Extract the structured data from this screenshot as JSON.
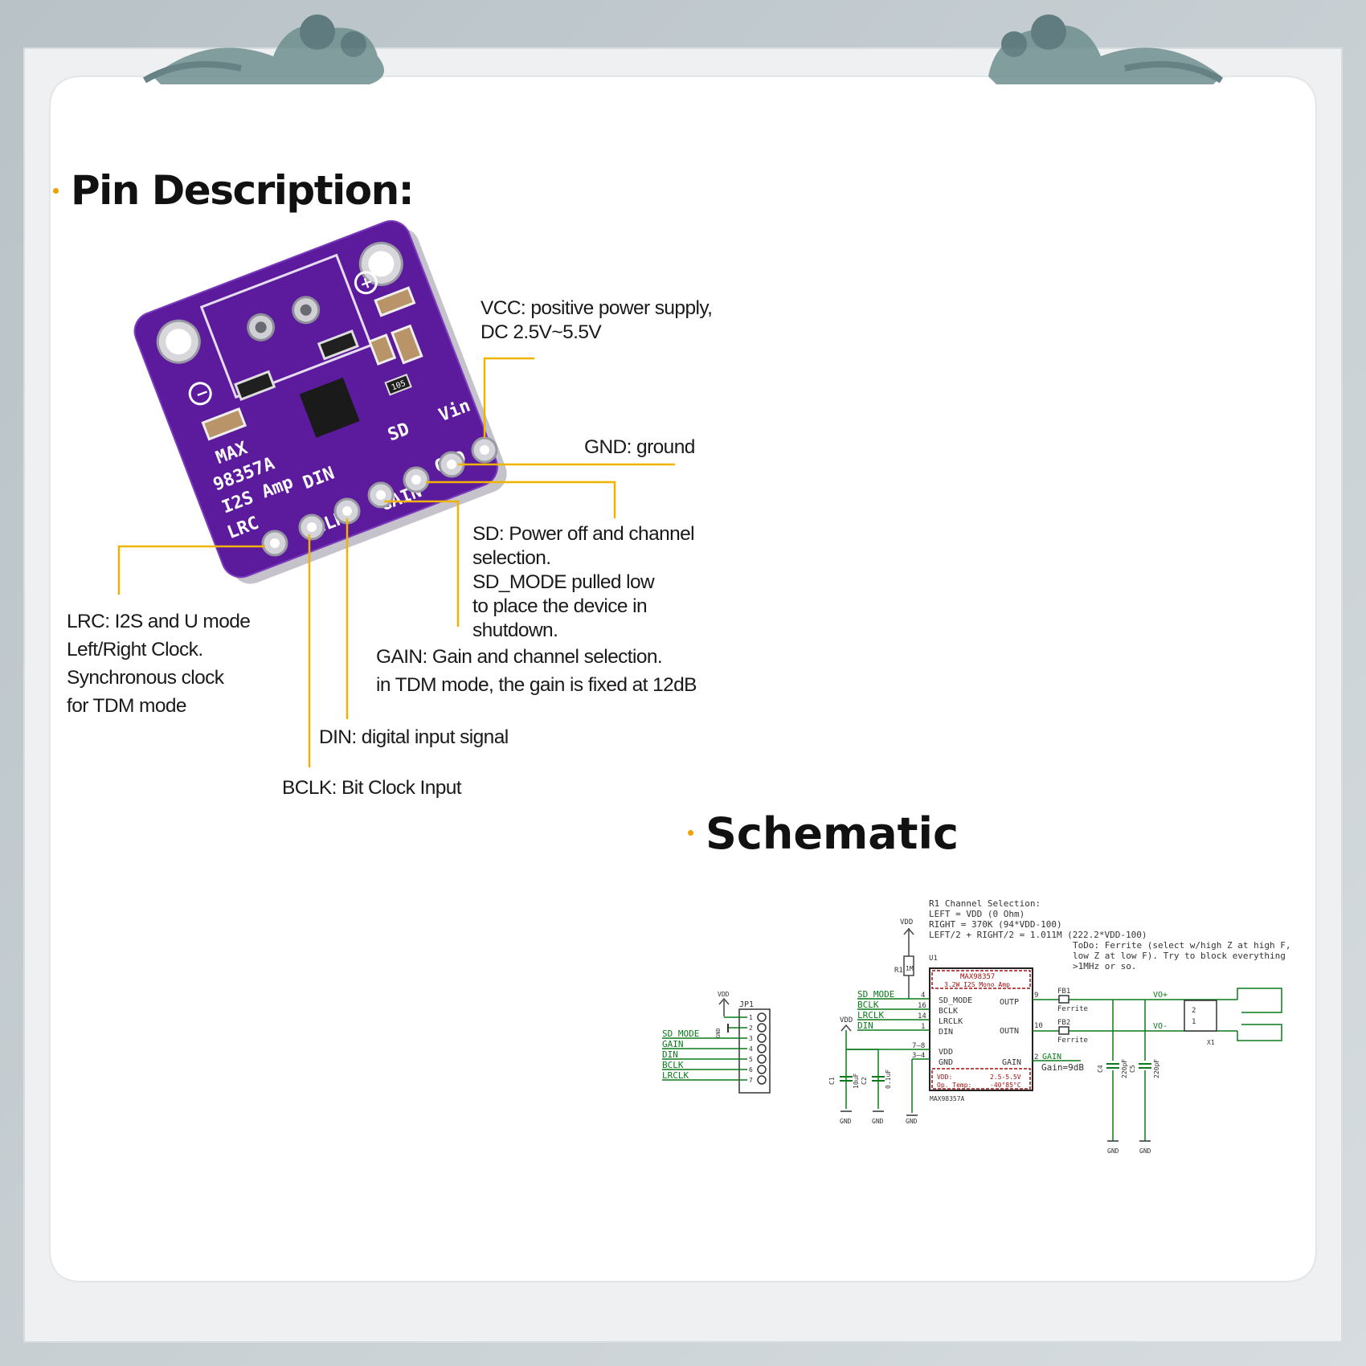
{
  "headings": {
    "pin_description": "Pin Description:",
    "schematic": "Schematic"
  },
  "board": {
    "silk_model": [
      "MAX",
      "98357A",
      "I2S Amp"
    ],
    "silk_pins": {
      "lrc": "LRC",
      "bclk": "BCLK",
      "din": "DIN",
      "gain": "GAIN",
      "sd": "SD",
      "gnd": "GND",
      "vin": "Vin"
    },
    "resistor_code": "105",
    "plus_symbol": "+",
    "minus_symbol": "−"
  },
  "pins": {
    "vcc": [
      "VCC: positive power supply,",
      "DC 2.5V~5.5V"
    ],
    "gnd": [
      "GND: ground"
    ],
    "sd": [
      "SD: Power off and channel",
      "selection.",
      "SD_MODE pulled low",
      "to place the device in",
      "shutdown."
    ],
    "gain": [
      "GAIN: Gain and channel selection.",
      "in TDM mode, the gain is fixed at 12dB"
    ],
    "lrc": [
      "LRC: I2S and U mode",
      "Left/Right Clock.",
      "Synchronous clock",
      "for TDM mode"
    ],
    "din": [
      "DIN: digital input signal"
    ],
    "bclk": [
      "BCLK: Bit Clock Input"
    ]
  },
  "schematic": {
    "note": [
      "R1 Channel Selection:",
      "LEFT = VDD (0 Ohm)",
      "RIGHT = 370K (94*VDD-100)",
      "LEFT/2 + RIGHT/2 = 1.011M (222.2*VDD-100)"
    ],
    "todo": [
      "ToDo: Ferrite (select w/high Z at high F,",
      "low Z at low F). Try to block everything",
      ">1MHz or so."
    ],
    "vdd": "VDD",
    "gnd": "GND",
    "r1": "R1",
    "r1_value": "1M",
    "u1": "U1",
    "ic_title": [
      "MAX98357",
      "3.2W I2S Mono Amp"
    ],
    "ic_left_pins": [
      "SD_MODE",
      "BCLK",
      "LRCLK",
      "DIN",
      "VDD",
      "GND"
    ],
    "ic_right_pins": [
      "OUTP",
      "OUTN",
      "GAIN"
    ],
    "ic_specs": [
      "VDD:",
      "2.5-5.5V",
      "Op. Temp:",
      "-40°85°C"
    ],
    "ic_part": "MAX98357A",
    "net_labels": [
      "SD_MODE",
      "BCLK",
      "LRCLK",
      "DIN"
    ],
    "pin_numbers_left": [
      "4",
      "16",
      "14",
      "1",
      "7–8",
      "3–4"
    ],
    "pin_numbers_right": [
      "9",
      "10",
      "2"
    ],
    "fb1": "FB1",
    "fb2": "FB2",
    "ferrite": "Ferrite",
    "gain_note": "Gain=9dB",
    "gain_net": "GAIN",
    "vo_plus": "VO+",
    "vo_minus": "VO-",
    "x1": "X1",
    "conn_pins": [
      "2",
      "1"
    ],
    "caps": [
      {
        "ref": "C1",
        "value": "10uF"
      },
      {
        "ref": "C2",
        "value": "0.1uF"
      },
      {
        "ref": "C4",
        "value": "220pF"
      },
      {
        "ref": "C5",
        "value": "220pF"
      }
    ],
    "jp1": "JP1",
    "jp1_nets": [
      "SD_MODE",
      "GAIN",
      "DIN",
      "BCLK",
      "LRCLK"
    ],
    "jp1_pins": [
      "1",
      "2",
      "3",
      "4",
      "5",
      "6",
      "7"
    ]
  },
  "colors": {
    "pcb": "#5c1a9c",
    "leader": "#f0b400",
    "schematic_net": "#0a7a1a",
    "ic_outline": "#a01010"
  }
}
